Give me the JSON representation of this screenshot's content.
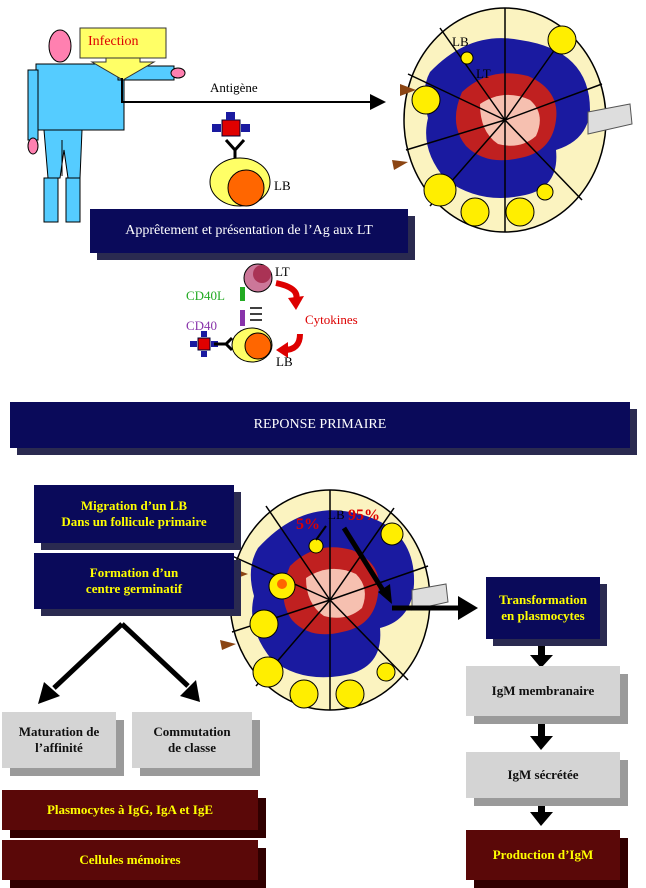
{
  "top": {
    "infection_label": "Infection",
    "antigene_label": "Antigène",
    "lb_label_cell": "LB",
    "lb_label_node": "LB",
    "lt_label_node": "LT",
    "presentation_box": "Apprêtement et présentation de l’Ag aux LT"
  },
  "interaction": {
    "lt_label": "LT",
    "cd40l_label": "CD40L",
    "cd40_label": "CD40",
    "cytokines_label": "Cytokines",
    "lb_label": "LB"
  },
  "primary_banner": "REPONSE PRIMAIRE",
  "bottom": {
    "migration_line1": "Migration d’un LB",
    "migration_line2": "Dans un follicule primaire",
    "germinal_line1": "Formation d’un",
    "germinal_line2": "centre germinatif",
    "lb_label": "LB",
    "pct_5": "5%",
    "pct_95": "95%",
    "transformation_line1": "Transformation",
    "transformation_line2": "en plasmocytes",
    "igm_membrane": "IgM membranaire",
    "igm_secreted": "IgM sécrétée",
    "igm_production": "Production d’IgM",
    "affinity_line1": "Maturation de",
    "affinity_line2": "l’affinité",
    "switch_line1": "Commutation",
    "switch_line2": "de classe",
    "plasmocytes_box": "Plasmocytes à IgG, IgA et IgE",
    "memory_box": "Cellules mémoires"
  },
  "colors": {
    "navy": "#0a0a5a",
    "maroon": "#5a0808",
    "grey_box": "#d4d4d4",
    "node_cream": "#fbf3c0",
    "node_blue": "#1a1aa0",
    "node_red": "#c02020",
    "node_pink": "#f6c0b0",
    "follicle_yellow": "#ffee00",
    "infection_box": "#ffff66",
    "body_blue": "#55ccff",
    "skin_pink": "#ff80b0"
  }
}
